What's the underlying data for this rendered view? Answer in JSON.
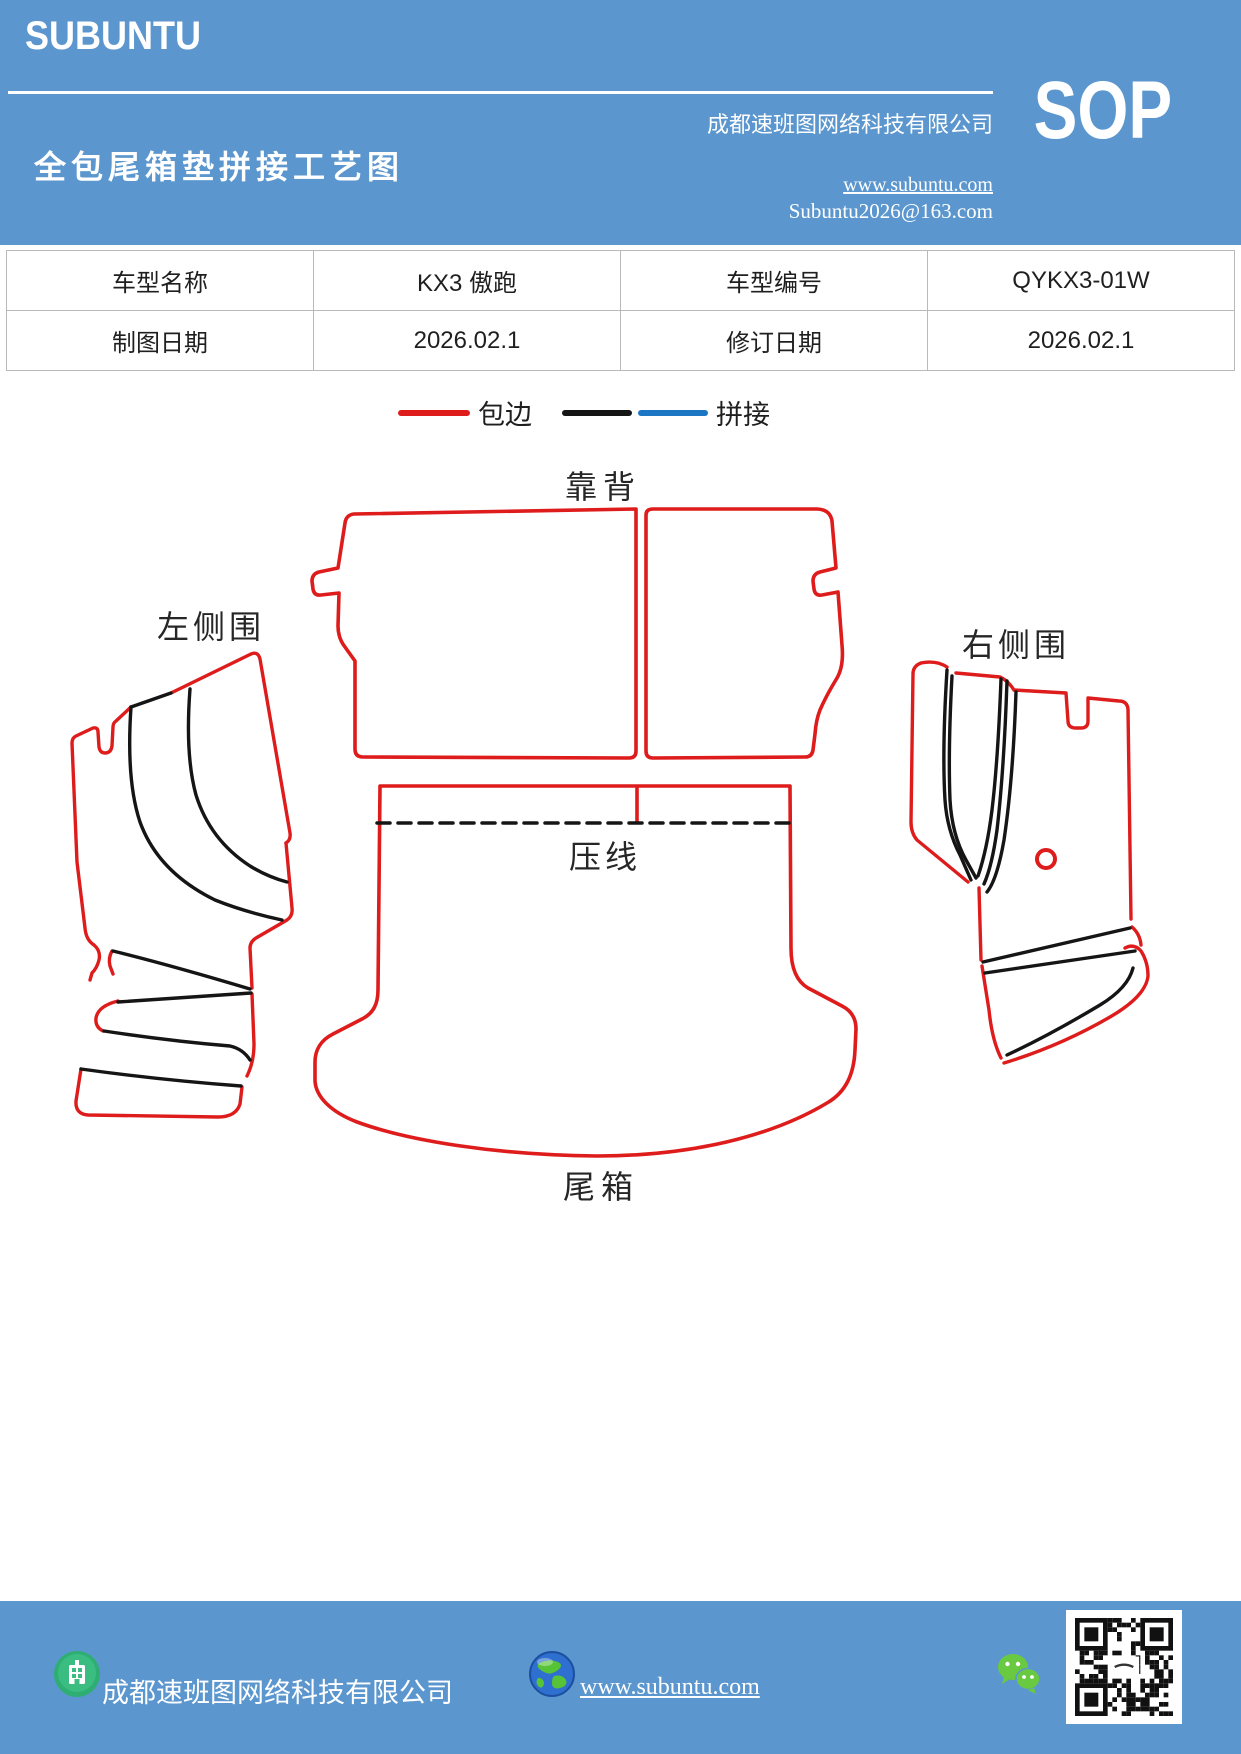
{
  "header": {
    "logo": "SUBUNTU",
    "company_name": "成都速班图网络科技有限公司",
    "doc_title": "全包尾箱垫拼接工艺图",
    "website": "www.subuntu.com",
    "email": "Subuntu2026@163.com",
    "sop_label": "SOP"
  },
  "info_table": {
    "rows": [
      {
        "label1": "车型名称",
        "value1": "KX3 傲跑",
        "label2": "车型编号",
        "value2": "QYKX3-01W"
      },
      {
        "label1": "制图日期",
        "value1": "2026.02.1",
        "label2": "修订日期",
        "value2": "2026.02.1"
      }
    ]
  },
  "legend": {
    "edge_label": "包边",
    "stitch_label": "拼接"
  },
  "diagram_labels": {
    "backrest": "靠背",
    "left_side": "左侧围",
    "right_side": "右侧围",
    "press_line": "压线",
    "trunk": "尾箱"
  },
  "footer": {
    "company_name": "成都速班图网络科技有限公司",
    "website": "www.subuntu.com"
  },
  "colors": {
    "header_blue": "#5b97ce",
    "outline_red": "#de1c1c",
    "stitch_black": "#151515",
    "stitch_blue": "#1b76c4"
  }
}
